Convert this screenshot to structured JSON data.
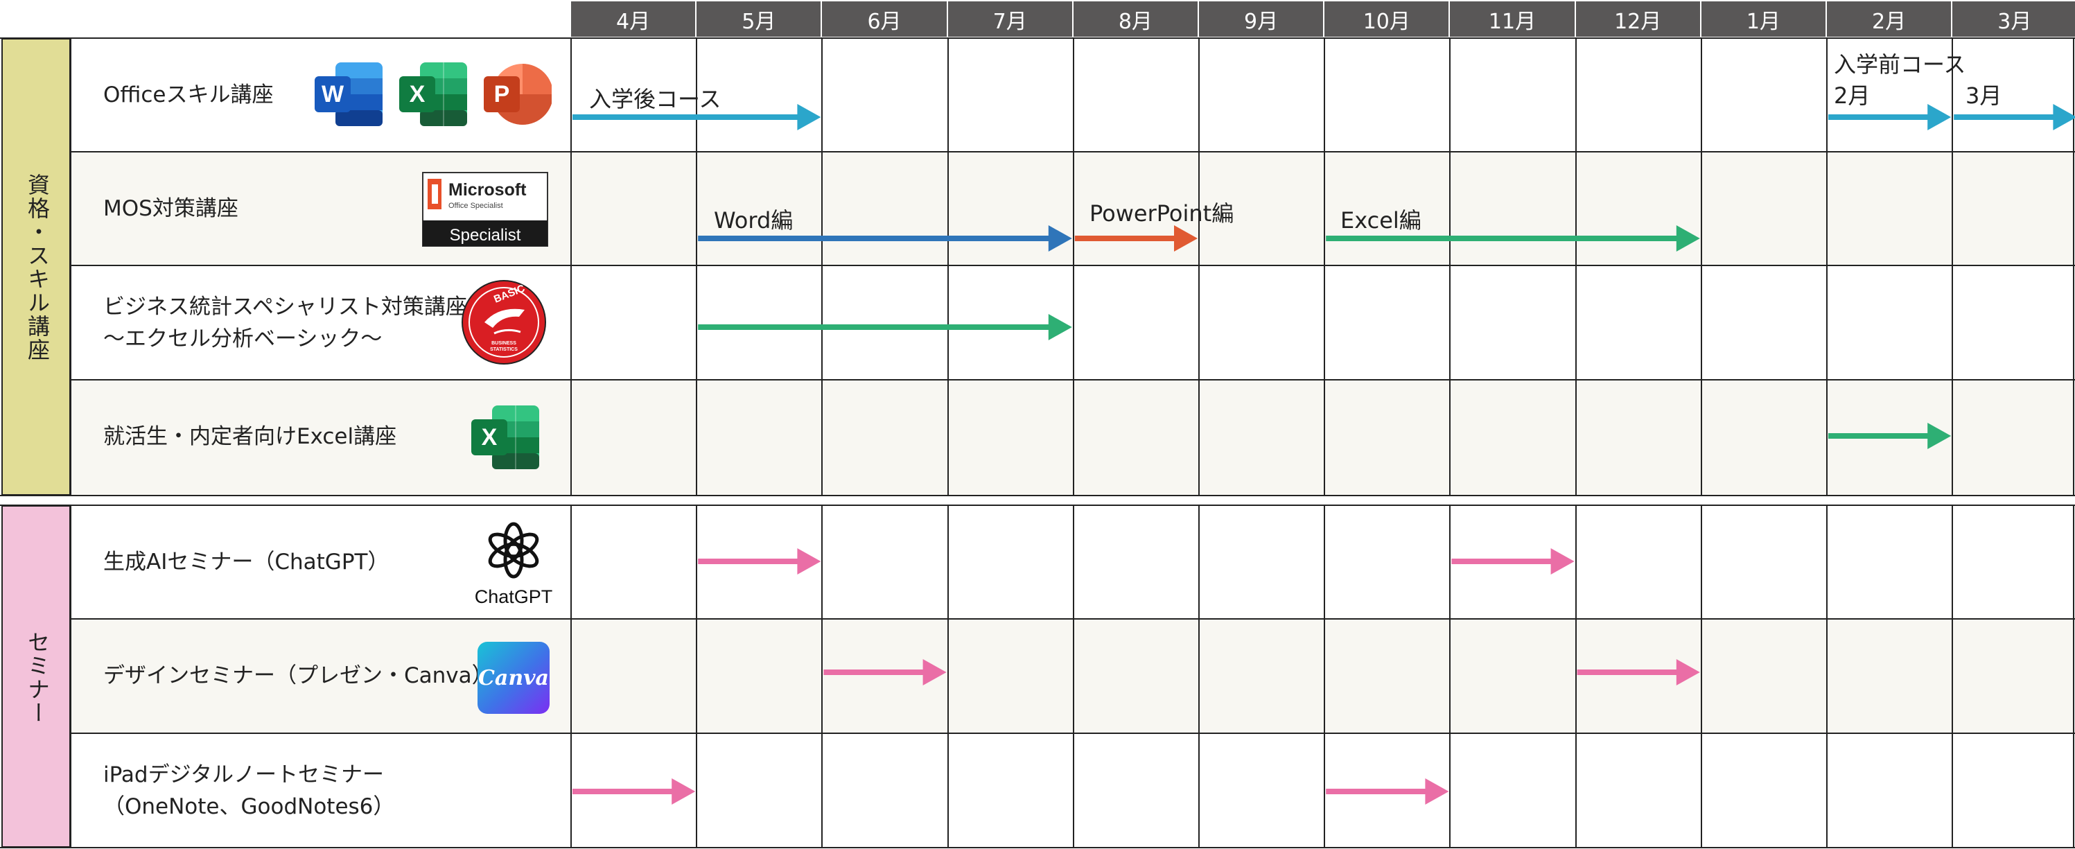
{
  "months": [
    "4月",
    "5月",
    "6月",
    "7月",
    "8月",
    "9月",
    "10月",
    "11月",
    "12月",
    "1月",
    "2月",
    "3月"
  ],
  "categories": [
    {
      "label": "資格・スキル講座",
      "color": "#e1dd96"
    },
    {
      "label": "セミナー",
      "color": "#f3c2da"
    }
  ],
  "courses": [
    {
      "lines": [
        "Officeスキル講座"
      ]
    },
    {
      "lines": [
        "MOS対策講座"
      ]
    },
    {
      "lines": [
        "ビジネス統計スペシャリスト対策講座",
        "〜エクセル分析ベーシック〜"
      ]
    },
    {
      "lines": [
        "就活生・内定者向けExcel講座"
      ]
    },
    {
      "lines": [
        "生成AIセミナー（ChatGPT）"
      ]
    },
    {
      "lines": [
        "デザインセミナー（プレゼン・Canva）"
      ]
    },
    {
      "lines": [
        "iPadデジタルノートセミナー",
        "（OneNote、GoodNotes6）"
      ]
    }
  ],
  "schedule": [
    {
      "course": 0,
      "start": "4月",
      "end": "5月",
      "label": "入学後コース",
      "color": "#2ba6cb"
    },
    {
      "course": 0,
      "start": "2月",
      "end": "2月",
      "label": "2月",
      "group_label": "入学前コース",
      "color": "#2ba6cb"
    },
    {
      "course": 0,
      "start": "3月",
      "end": "3月",
      "label": "3月",
      "color": "#2ba6cb"
    },
    {
      "course": 1,
      "start": "5月",
      "end": "7月",
      "label": "Word編",
      "color": "#2f75b9"
    },
    {
      "course": 1,
      "start": "8月",
      "end": "8月",
      "label": "PowerPoint編",
      "color": "#e05a32"
    },
    {
      "course": 1,
      "start": "10月",
      "end": "12月",
      "label": "Excel編",
      "color": "#2eaf74"
    },
    {
      "course": 2,
      "start": "5月",
      "end": "7月",
      "label": "",
      "color": "#2eaf74"
    },
    {
      "course": 3,
      "start": "2月",
      "end": "2月",
      "label": "",
      "color": "#2eaf74"
    },
    {
      "course": 4,
      "start": "5月",
      "end": "5月",
      "label": "",
      "color": "#ea6ea6"
    },
    {
      "course": 4,
      "start": "11月",
      "end": "11月",
      "label": "",
      "color": "#ea6ea6"
    },
    {
      "course": 5,
      "start": "6月",
      "end": "6月",
      "label": "",
      "color": "#ea6ea6"
    },
    {
      "course": 5,
      "start": "12月",
      "end": "12月",
      "label": "",
      "color": "#ea6ea6"
    },
    {
      "course": 6,
      "start": "4月",
      "end": "4月",
      "label": "",
      "color": "#ea6ea6"
    },
    {
      "course": 6,
      "start": "10月",
      "end": "10月",
      "label": "",
      "color": "#ea6ea6"
    }
  ],
  "logos": {
    "word": "W",
    "excel": "X",
    "powerpoint": "P",
    "mos_brand": "Microsoft",
    "mos_sub": "Office Specialist",
    "mos_badge": "Specialist",
    "basic_top": "BASIC",
    "basic_bottom1": "BUSINESS",
    "basic_bottom2": "STATISTICS",
    "chatgpt": "ChatGPT",
    "canva": "Canva"
  }
}
